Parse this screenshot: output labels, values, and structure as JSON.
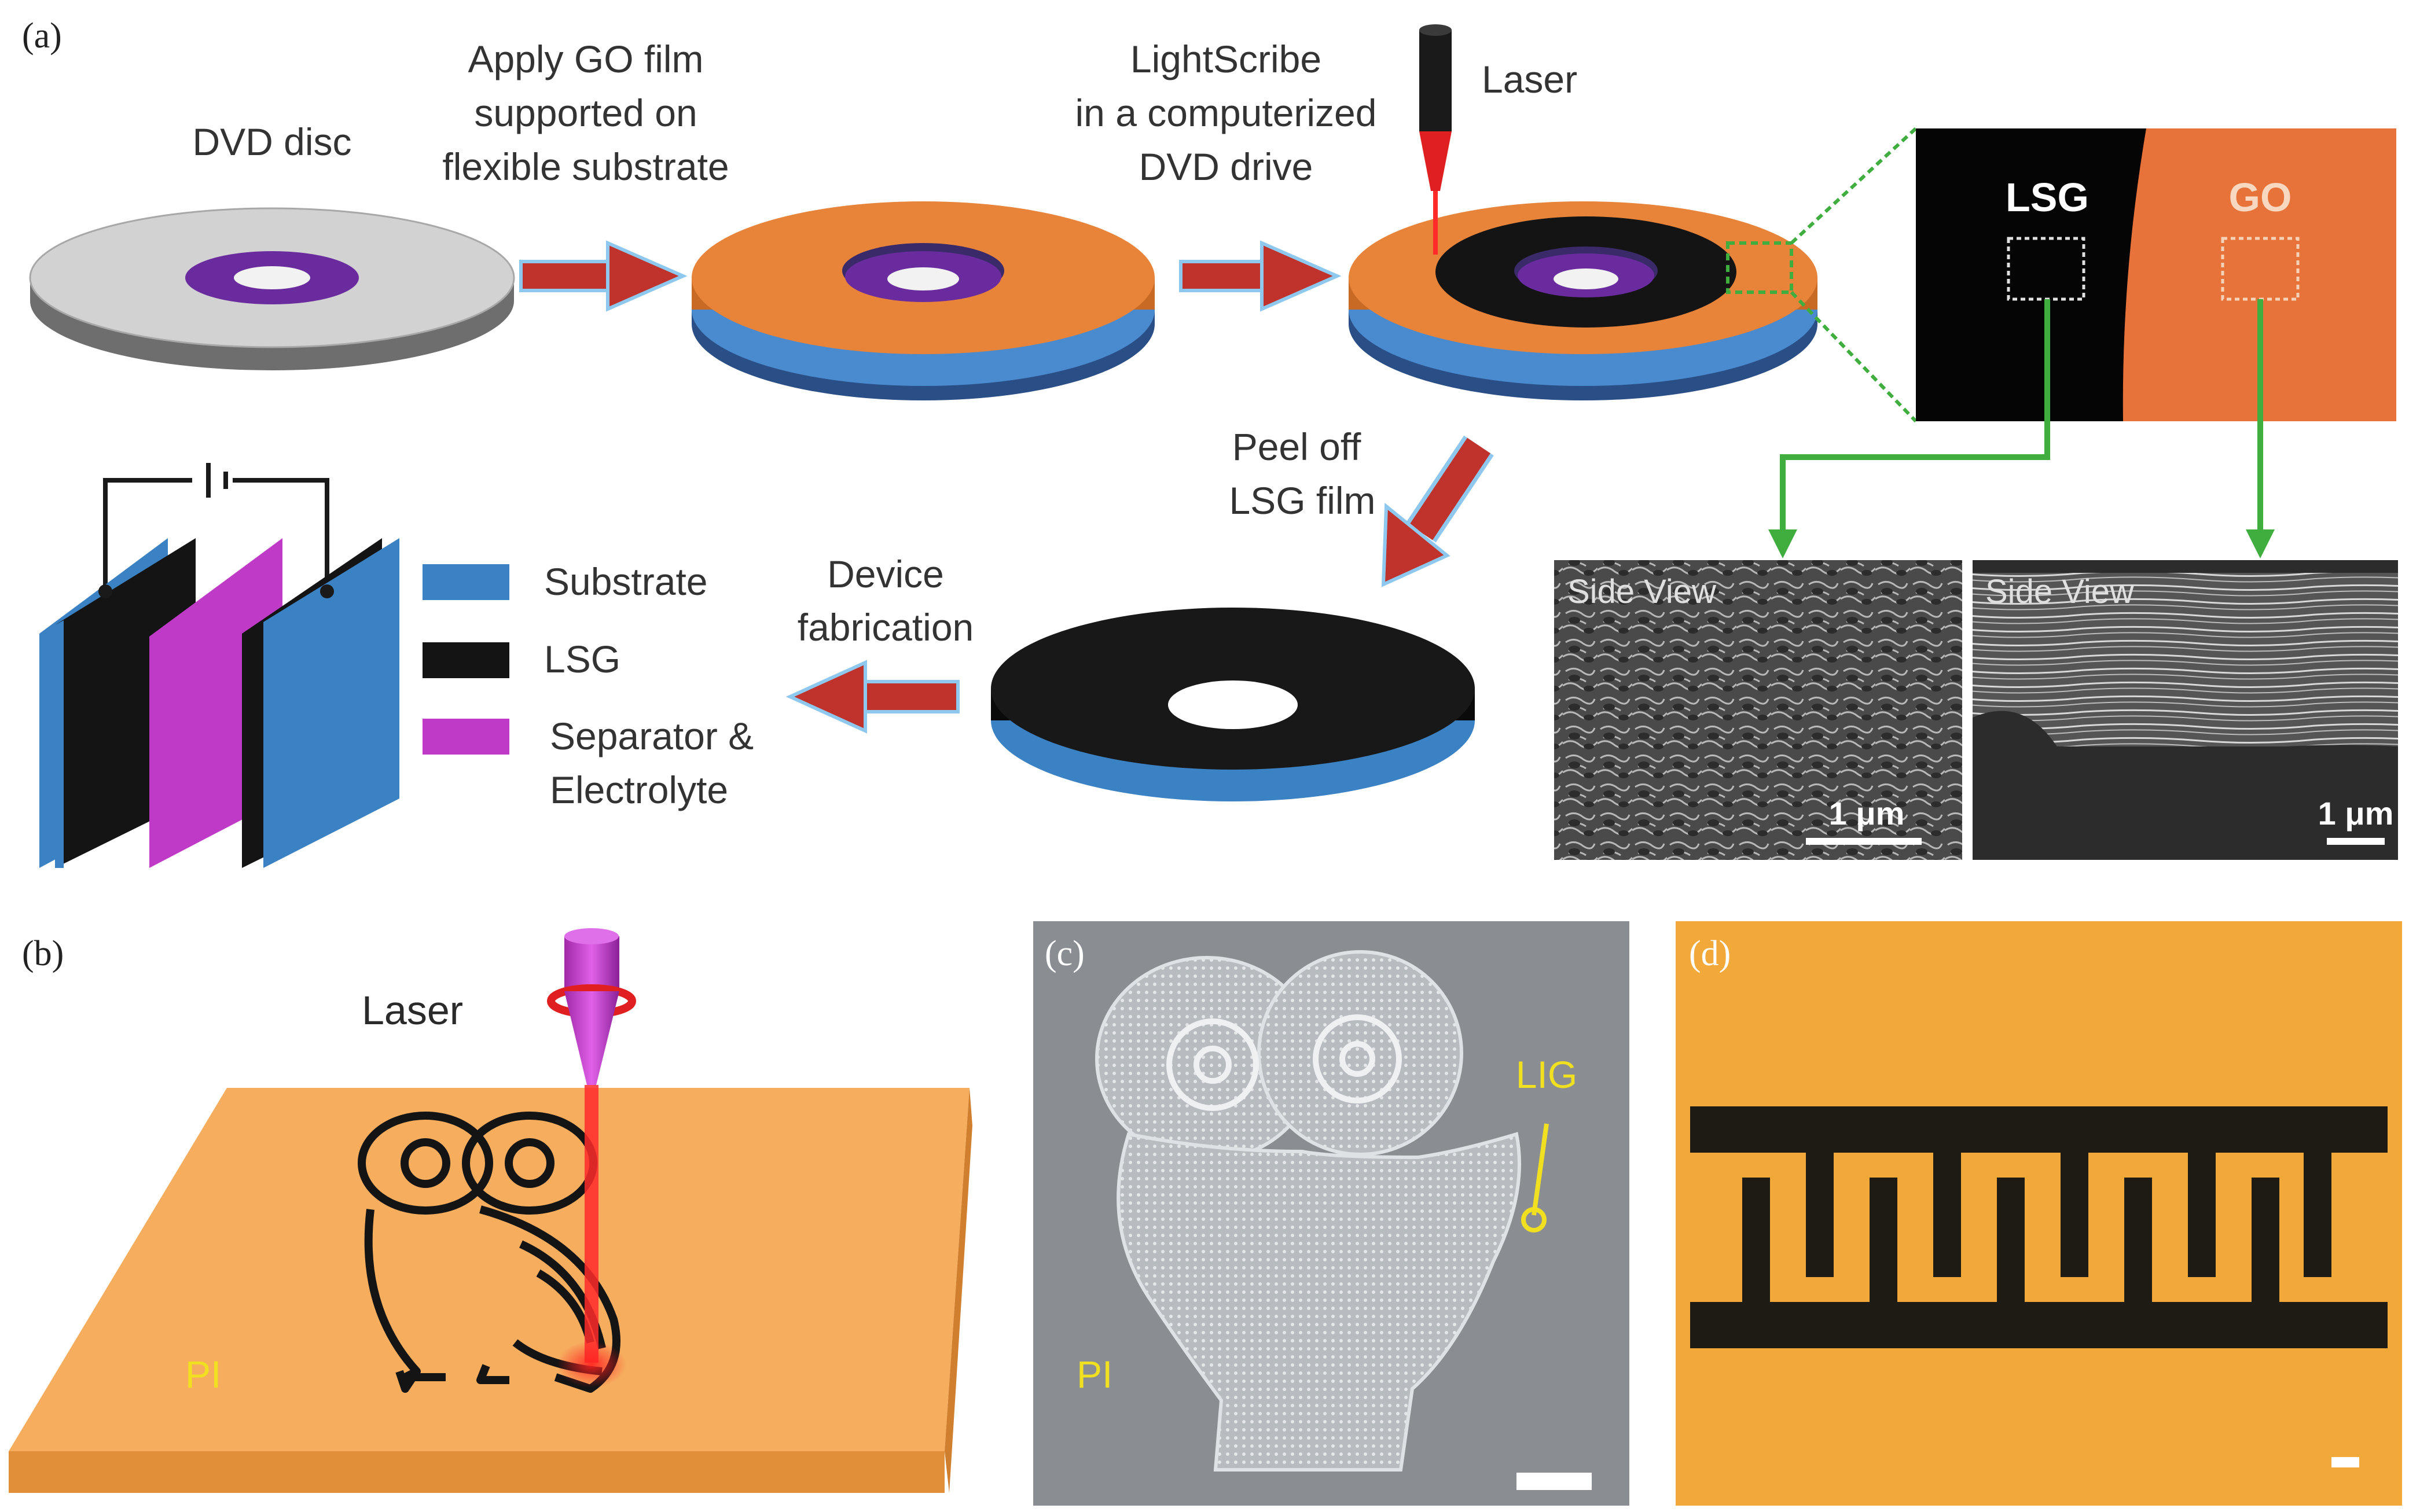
{
  "panels": {
    "a": "(a)",
    "b": "(b)",
    "c": "(c)",
    "d": "(d)"
  },
  "panel_a": {
    "dvd_disc": "DVD disc",
    "apply_go_line1": "Apply GO film",
    "apply_go_line2": "supported on",
    "apply_go_line3": "flexible substrate",
    "lightscribe_line1": "LightScribe",
    "lightscribe_line2": "in a computerized",
    "lightscribe_line3": "DVD drive",
    "laser": "Laser",
    "inset_lsg": "LSG",
    "inset_go": "GO",
    "peel_line1": "Peel off",
    "peel_line2": "LSG film",
    "device_line1": "Device",
    "device_line2": "fabrication",
    "legend_substrate": "Substrate",
    "legend_lsg": "LSG",
    "legend_separator_line1": "Separator &",
    "legend_separator_line2": "Electrolyte",
    "sem_left_label": "Side View",
    "sem_left_scale": "1 μm",
    "sem_right_label": "Side View",
    "sem_right_scale": "1 μm"
  },
  "panel_b": {
    "laser": "Laser",
    "pi": "PI"
  },
  "panel_c": {
    "lig": "LIG",
    "pi": "PI"
  },
  "colors": {
    "orange_film": "#e8833a",
    "substrate_blue": "#3b82c4",
    "lsg_black": "#141414",
    "separator_magenta": "#c03ac8",
    "arrow_red": "#c0332d",
    "green_lines": "#3fae3f",
    "pi_orange": "#f6ad5e",
    "gold_substrate": "#f2a93a",
    "label_yellow": "#f0e020"
  }
}
